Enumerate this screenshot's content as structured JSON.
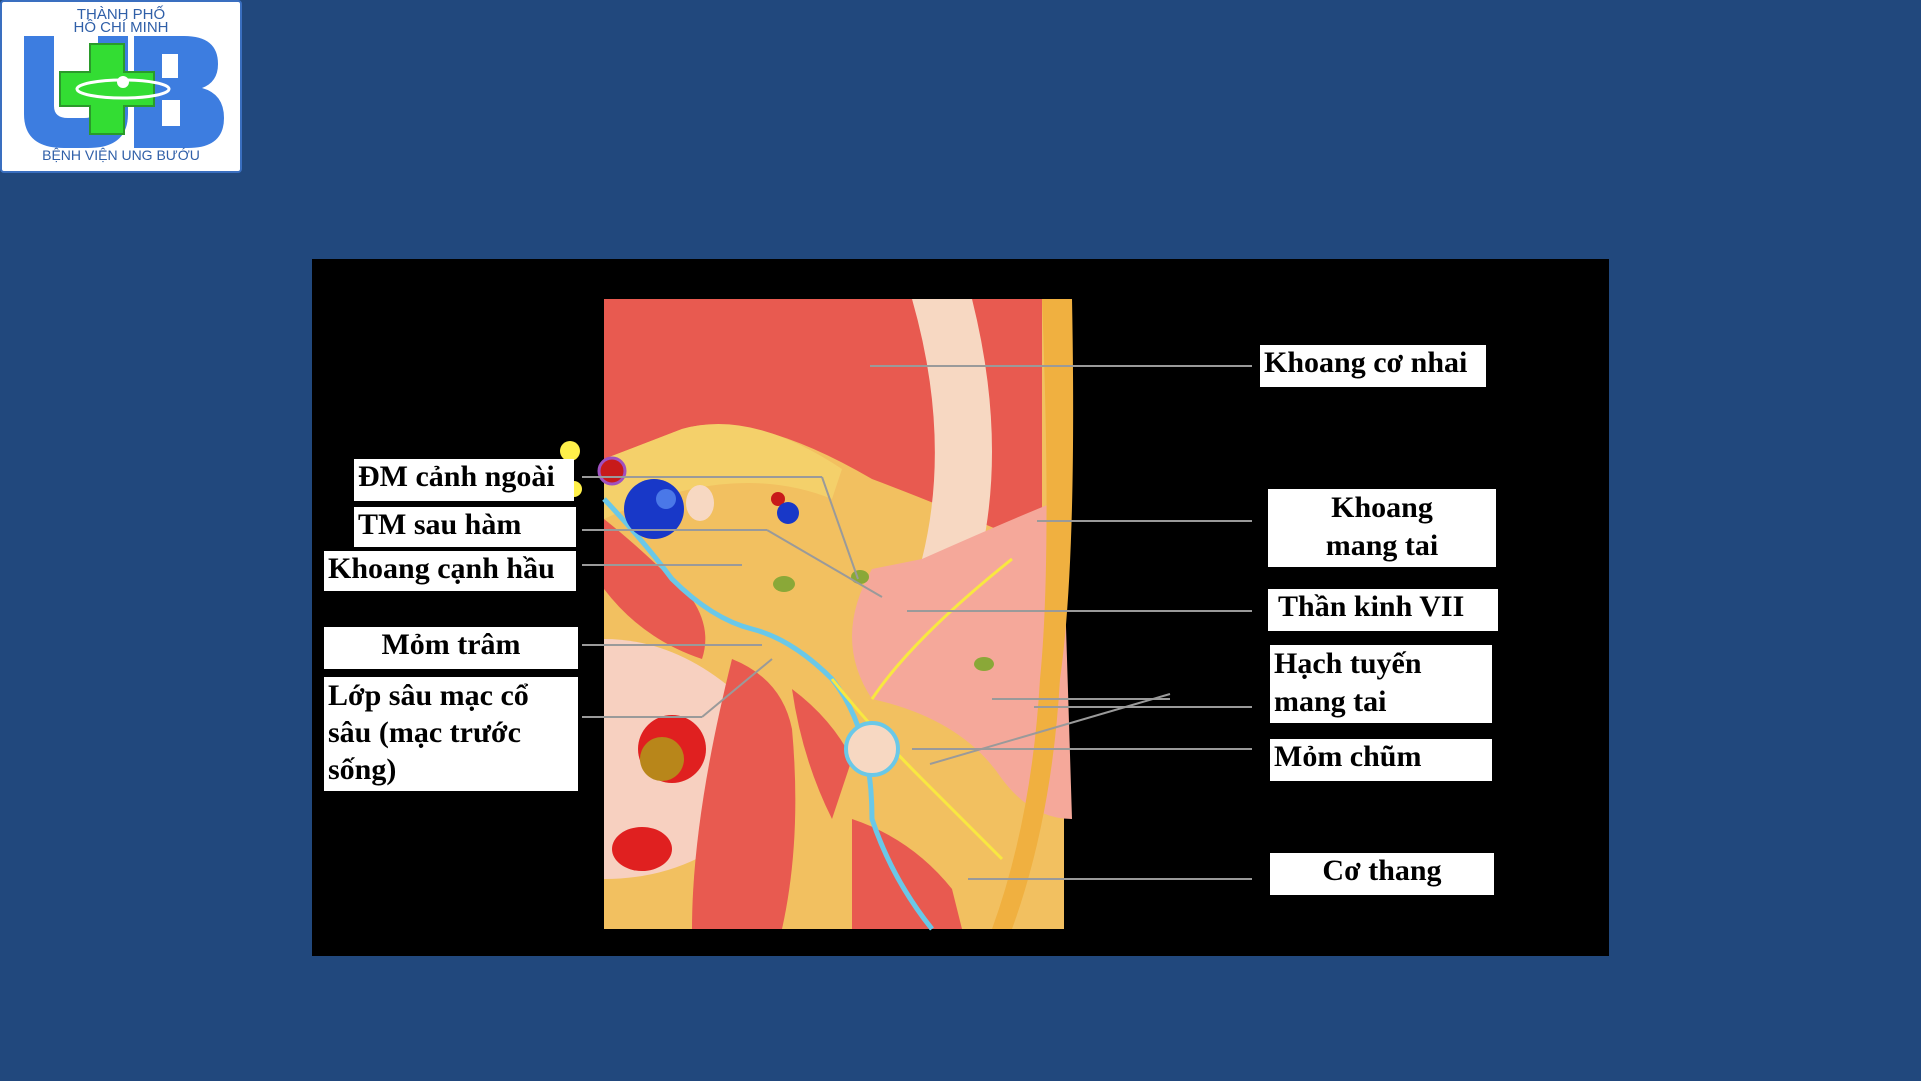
{
  "logo": {
    "top_line1": "THÀNH PHỐ",
    "top_line2": "HỒ CHÍ MINH",
    "bottom_text": "BỆNH VIỆN UNG BƯỚU",
    "letters": "UB"
  },
  "colors": {
    "background": "#21487d",
    "logo_blue": "#3d7de0",
    "logo_green": "#33dd33",
    "figure_bg": "#000000"
  },
  "labels": {
    "right": {
      "masticator": "Khoang cơ nhai",
      "parotid_space": "Khoang\nmang tai",
      "facial_nerve": "Thần kinh VII",
      "parotid_nodes": "Hạch tuyến\nmang tai",
      "mastoid": "Mỏm chũm",
      "trapezius": "Cơ thang"
    },
    "left": {
      "external_carotid": "ĐM cảnh ngoài",
      "retromandibular_vein": "TM sau hàm",
      "parapharyngeal": "Khoang cạnh hầu",
      "styloid": "Mỏm trâm",
      "deep_fascia": "Lớp sâu mạc cổ\nsâu (mạc trước\nsống)"
    }
  }
}
